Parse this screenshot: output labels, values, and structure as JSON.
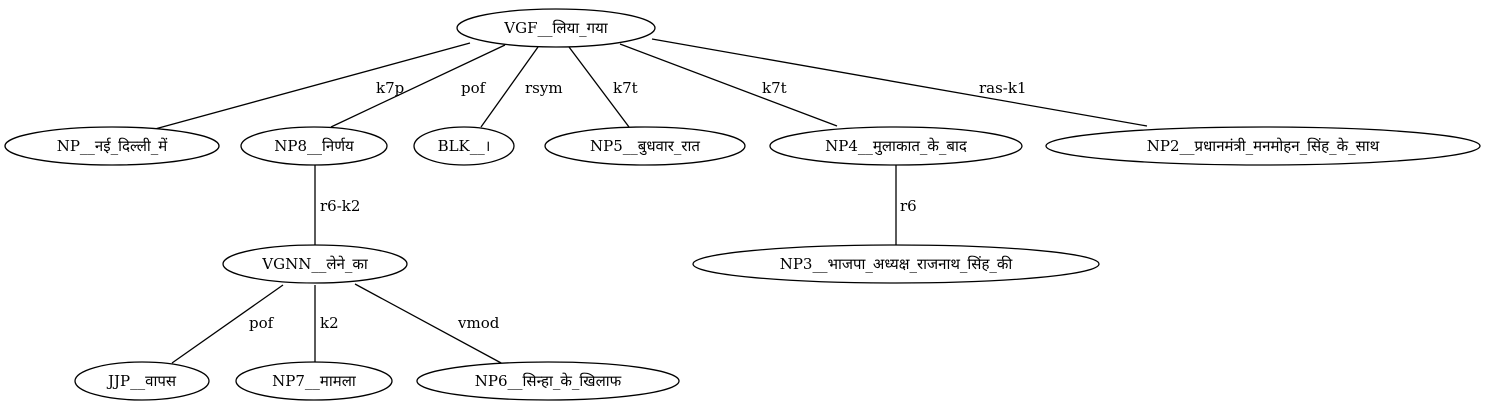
{
  "nodes": [
    {
      "id": "vgf",
      "label": "VGF__लिया_गया"
    },
    {
      "id": "np",
      "label": "NP__नई_दिल्ली_में"
    },
    {
      "id": "np8",
      "label": "NP8__निर्णय"
    },
    {
      "id": "blk",
      "label": "BLK__।"
    },
    {
      "id": "np5",
      "label": "NP5__बुधवार_रात"
    },
    {
      "id": "np4",
      "label": "NP4__मुलाकात_के_बाद"
    },
    {
      "id": "np2",
      "label": "NP2__प्रधानमंत्री_मनमोहन_सिंह_के_साथ"
    },
    {
      "id": "vgnn",
      "label": "VGNN__लेने_का"
    },
    {
      "id": "np3",
      "label": "NP3__भाजपा_अध्यक्ष_राजनाथ_सिंह_की"
    },
    {
      "id": "jjp",
      "label": "JJP__वापस"
    },
    {
      "id": "np7",
      "label": "NP7__मामला"
    },
    {
      "id": "np6",
      "label": "NP6__सिन्हा_के_खिलाफ"
    }
  ],
  "edges": [
    {
      "from": "vgf",
      "to": "np",
      "label": "k7p"
    },
    {
      "from": "vgf",
      "to": "np8",
      "label": "pof"
    },
    {
      "from": "vgf",
      "to": "blk",
      "label": "rsym"
    },
    {
      "from": "vgf",
      "to": "np5",
      "label": "k7t"
    },
    {
      "from": "vgf",
      "to": "np4",
      "label": "k7t"
    },
    {
      "from": "vgf",
      "to": "np2",
      "label": "ras-k1"
    },
    {
      "from": "np8",
      "to": "vgnn",
      "label": "r6-k2"
    },
    {
      "from": "np4",
      "to": "np3",
      "label": "r6"
    },
    {
      "from": "vgnn",
      "to": "jjp",
      "label": "pof"
    },
    {
      "from": "vgnn",
      "to": "np7",
      "label": "k2"
    },
    {
      "from": "vgnn",
      "to": "np6",
      "label": "vmod"
    }
  ]
}
